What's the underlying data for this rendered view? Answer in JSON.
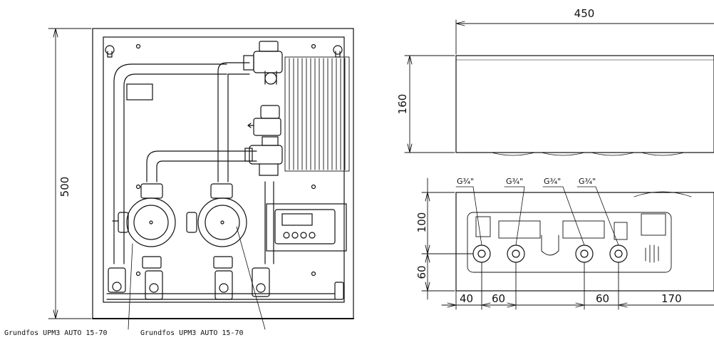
{
  "dimensions": {
    "height_500": "500",
    "width_450": "450",
    "depth_160": "160",
    "dist_100": "100",
    "dist_60_vert": "60",
    "dist_40": "40",
    "dist_60_a": "60",
    "dist_60_b": "60",
    "dist_170": "170"
  },
  "thread_labels": [
    "G¾\"",
    "G¾\"",
    "G¾\"",
    "G¾\""
  ],
  "pump_labels": [
    "Grundfos UPM3 AUTO 15-70",
    "Grundfos UPM3 AUTO 15-70"
  ],
  "colors": {
    "line": "#111111",
    "background": "#ffffff"
  },
  "icons": [
    "pump-icon",
    "valve-icon",
    "heat-exchanger-icon",
    "controller-icon",
    "thermometer-icon"
  ]
}
